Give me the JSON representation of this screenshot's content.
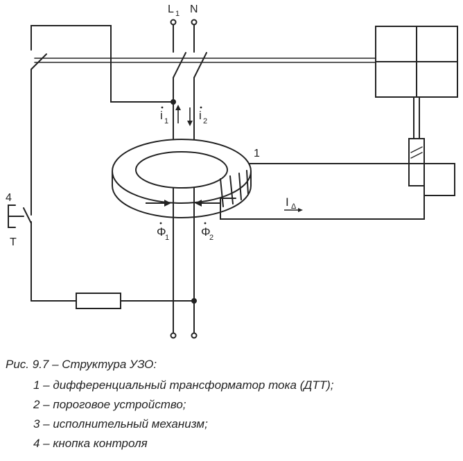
{
  "diagram": {
    "labels": {
      "L1": "L",
      "L1_sub": "1",
      "N": "N",
      "i1": "i",
      "i1_sub": "1",
      "i2": "i",
      "i2_sub": "2",
      "phi1": "Φ",
      "phi1_sub": "1",
      "phi2": "Φ",
      "phi2_sub": "2",
      "I_delta": "I",
      "I_delta_sub": "Δ",
      "ref1": "1",
      "ref4": "4",
      "test_T": "T"
    }
  },
  "caption": {
    "title": "Рис. 9.7 – Структура УЗО:",
    "items": [
      "1 – дифференциальный  трансформатор  тока (ДТТ);",
      "2 – пороговое  устройство;",
      "3 – исполнительный  механизм;",
      "4 – кнопка  контроля"
    ]
  }
}
